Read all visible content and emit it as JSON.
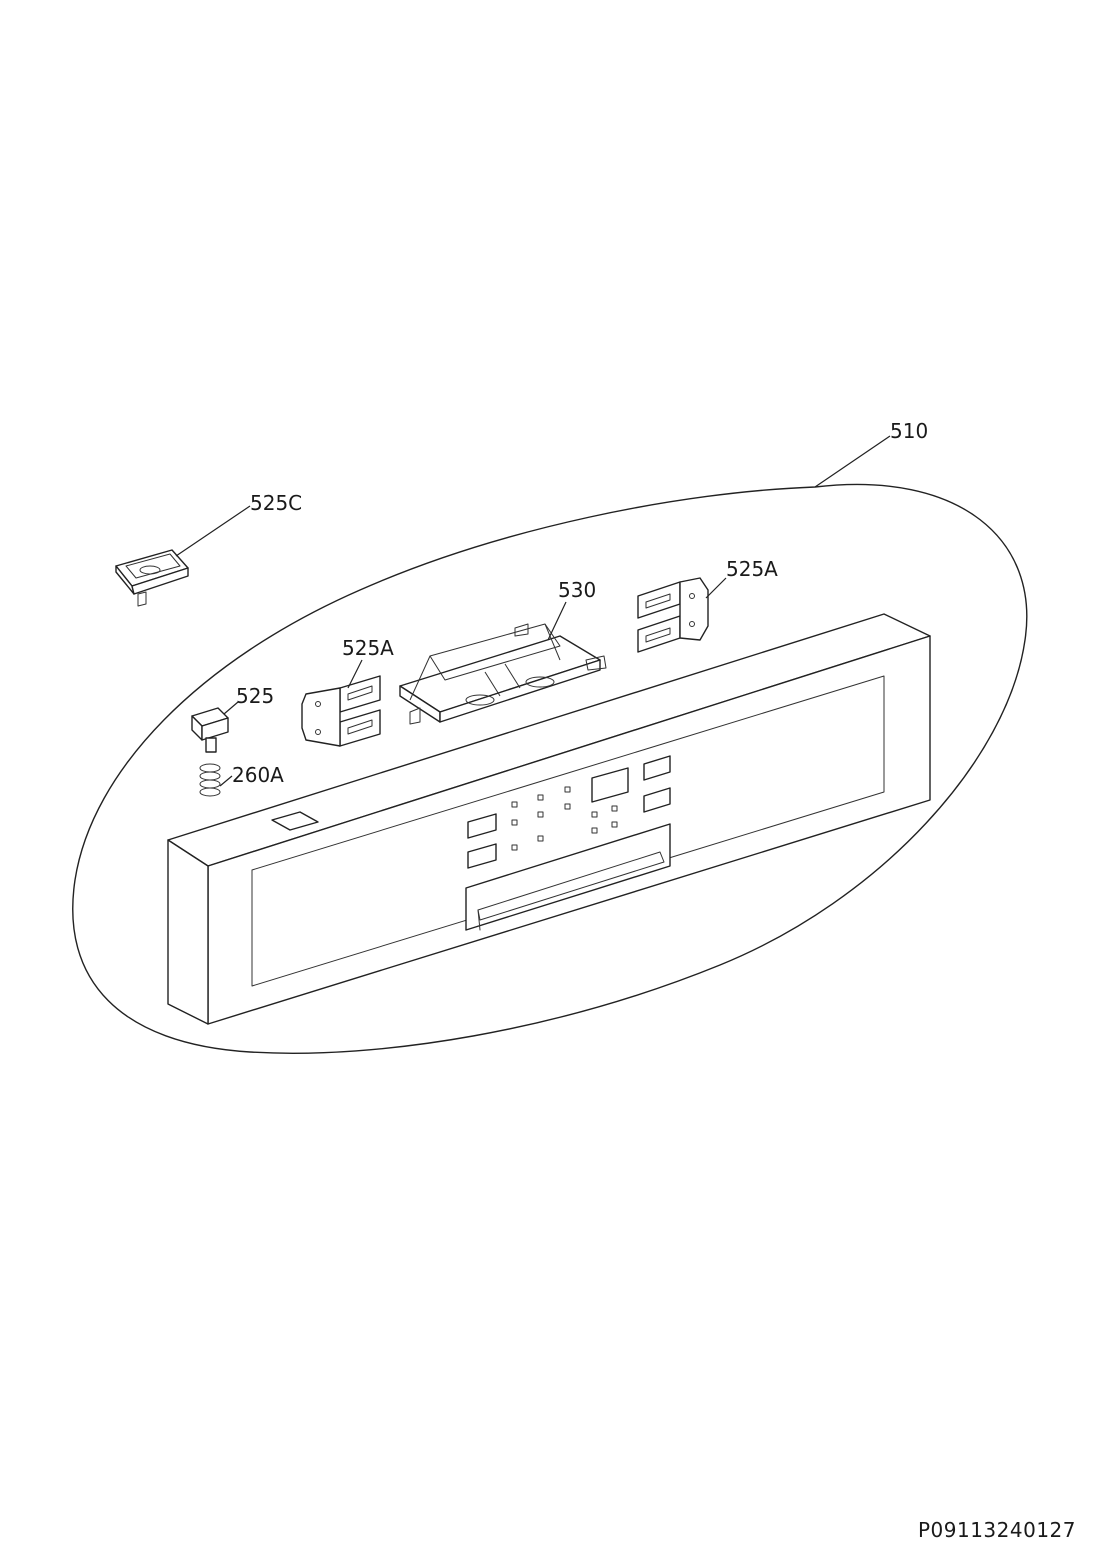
{
  "labels": {
    "p510": "510",
    "p525c": "525C",
    "p530": "530",
    "p525a_right": "525A",
    "p525a_left": "525A",
    "p525": "525",
    "p260a": "260A"
  },
  "document_id": "P09113240127"
}
